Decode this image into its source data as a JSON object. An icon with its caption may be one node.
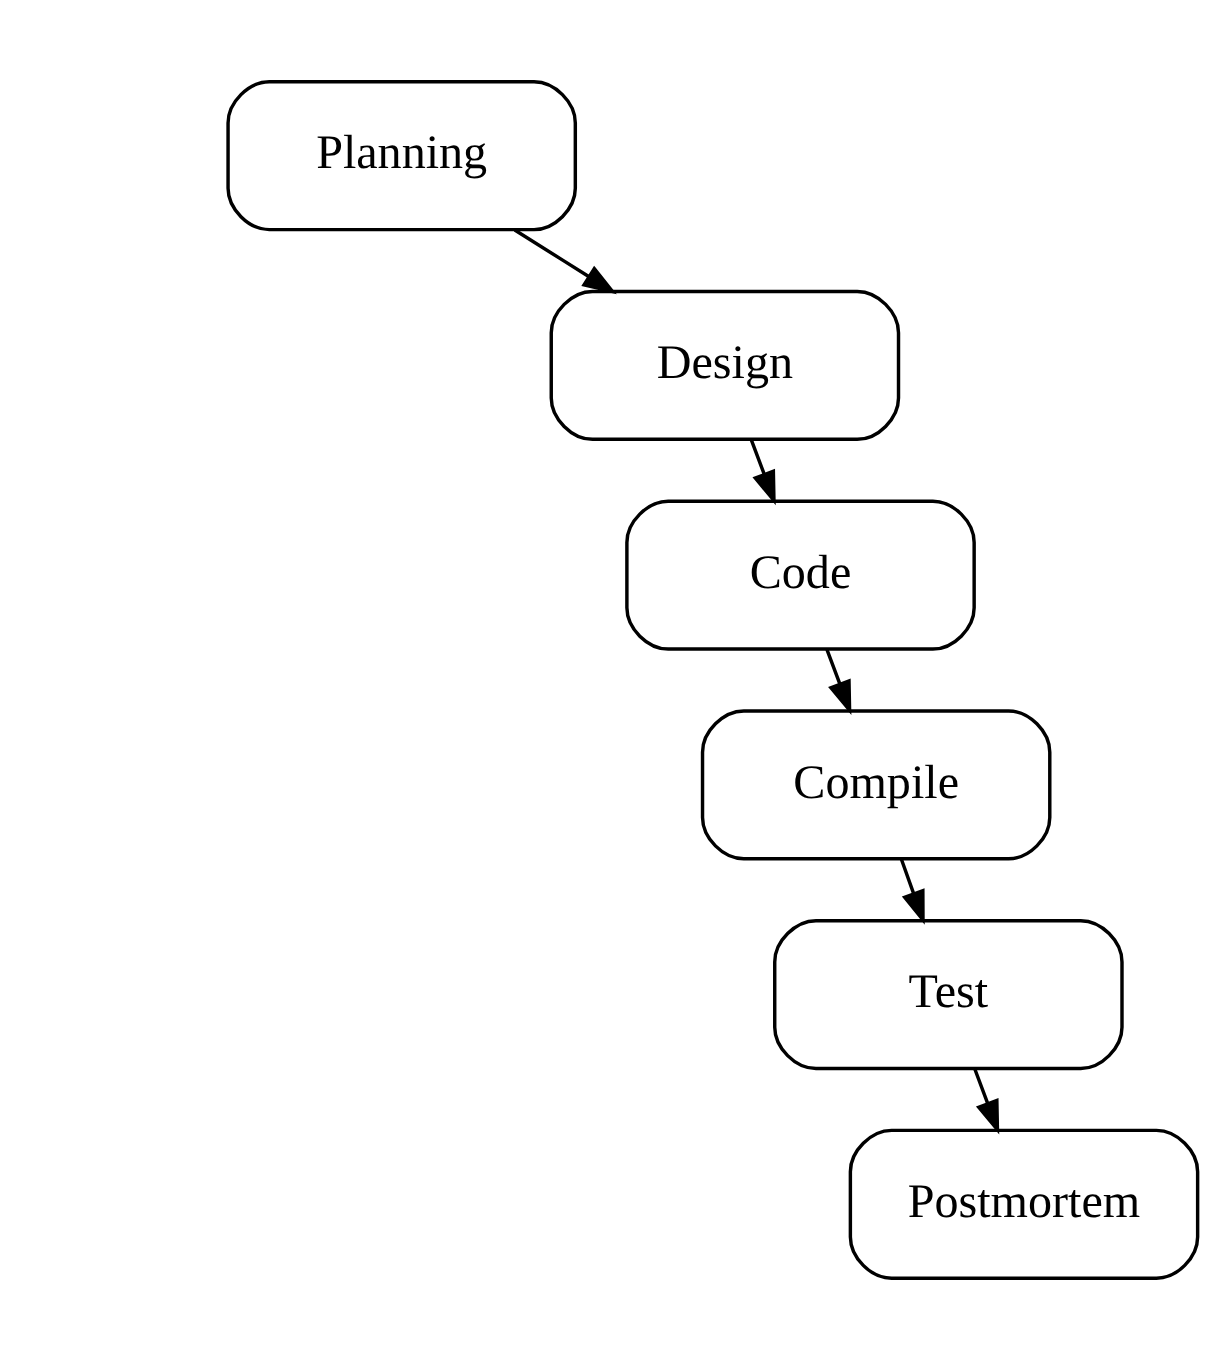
{
  "diagram": {
    "nodes": [
      {
        "text": [
          "Planning"
        ]
      },
      {
        "text": [
          "Design"
        ]
      },
      {
        "text": [
          "Code"
        ]
      },
      {
        "text": [
          "Compile"
        ]
      },
      {
        "text": [
          "Test"
        ]
      },
      {
        "text": [
          "Postmortem"
        ]
      }
    ],
    "edges": [
      {
        "from": 0,
        "to": 1,
        "arrow": "to"
      },
      {
        "from": 1,
        "to": 2,
        "arrow": "to"
      },
      {
        "from": 2,
        "to": 3,
        "arrow": "to"
      },
      {
        "from": 3,
        "to": 4,
        "arrow": "to"
      },
      {
        "from": 4,
        "to": 5,
        "arrow": "to"
      }
    ]
  }
}
